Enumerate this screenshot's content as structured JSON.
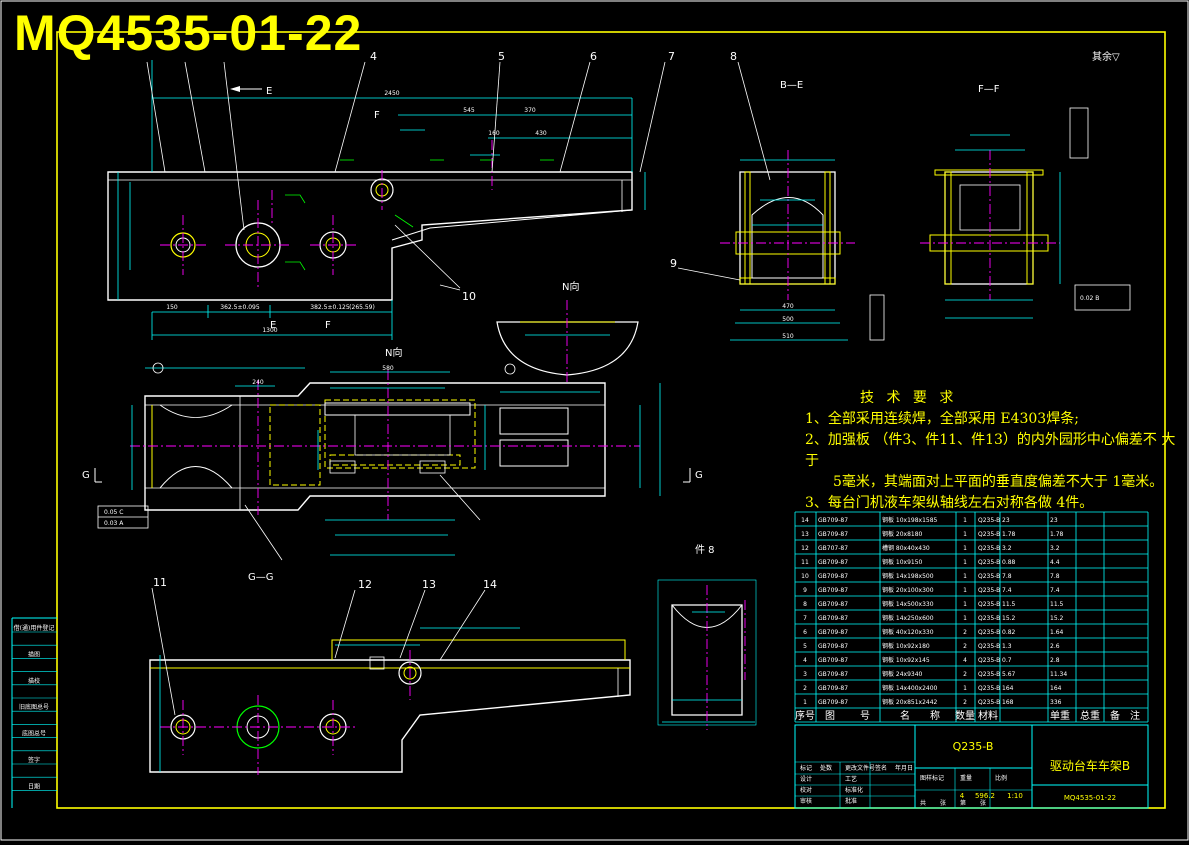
{
  "drawing_number_title": "MQ4535-01-22",
  "surface_note": "其余▽",
  "section_labels": {
    "b_e": "B—E",
    "f_f": "F—F",
    "n_view": "N向",
    "n_view2": "N向",
    "g_g": "G—G",
    "part8": "件 8",
    "e_top": "E",
    "e_bottom": "E",
    "f_top": "F",
    "f_bottom": "F",
    "g_left": "G",
    "g_right": "G"
  },
  "part_callouts": [
    "4",
    "5",
    "6",
    "7",
    "8",
    "9",
    "10",
    "11",
    "12",
    "13",
    "14"
  ],
  "dimensions": {
    "overall": "2450",
    "d545": "545",
    "d370": "370",
    "d160": "160",
    "d430": "430",
    "d470": "470",
    "d500": "500",
    "d510": "510",
    "d580": "580",
    "d240": "240",
    "d150": "150",
    "d362": "362.5±0.095",
    "d382": "382.5±0.125",
    "d265": "(265.59)",
    "d1300": "1300"
  },
  "tech_requirements": {
    "heading": "技 术 要 求",
    "items": [
      "1、全部采用连续焊，全部采用 E4303焊条;",
      "2、加强板 （件3、件11、件13）的内外园形中心偏差不 大于",
      "5毫米，其端面对上平面的垂直度偏差不大于 1毫米。",
      "3、每台门机液车架纵轴线左右对称各做 4件。"
    ]
  },
  "bom": {
    "rows": [
      [
        "14",
        "GB709-87",
        "钢板 10x198x1585",
        "1",
        "Q235-B",
        "23",
        "23"
      ],
      [
        "13",
        "GB709-87",
        "钢板 20x8180",
        "1",
        "Q235-B",
        "1.78",
        "1.78"
      ],
      [
        "12",
        "GB707-87",
        "槽钢 80x40x430",
        "1",
        "Q235-B",
        "3.2",
        "3.2"
      ],
      [
        "11",
        "GB709-87",
        "钢板 10x9150",
        "1",
        "Q235-B",
        "0.88",
        "4.4"
      ],
      [
        "10",
        "GB709-87",
        "钢板 14x198x500",
        "1",
        "Q235-B",
        "7.8",
        "7.8"
      ],
      [
        "9",
        "GB709-87",
        "钢板 20x100x300",
        "1",
        "Q235-B",
        "7.4",
        "7.4"
      ],
      [
        "8",
        "GB709-87",
        "钢板 14x500x330",
        "1",
        "Q235-B",
        "11.5",
        "11.5"
      ],
      [
        "7",
        "GB709-87",
        "钢板 14x250x600",
        "1",
        "Q235-B",
        "15.2",
        "15.2"
      ],
      [
        "6",
        "GB709-87",
        "钢板 40x120x330",
        "2",
        "Q235-B",
        "0.82",
        "1.64"
      ],
      [
        "5",
        "GB709-87",
        "钢板 10x92x180",
        "2",
        "Q235-B",
        "1.3",
        "2.6"
      ],
      [
        "4",
        "GB709-87",
        "钢板 10x92x145",
        "4",
        "Q235-B",
        "0.7",
        "2.8"
      ],
      [
        "3",
        "GB709-87",
        "钢板 24x9340",
        "2",
        "Q235-B",
        "5.67",
        "11.34"
      ],
      [
        "2",
        "GB709-87",
        "钢板 14x400x2400",
        "1",
        "Q235-B",
        "164",
        "164"
      ],
      [
        "1",
        "GB709-87",
        "钢板 20x851x2442",
        "2",
        "Q235-B",
        "168",
        "336"
      ]
    ],
    "header": [
      "序号",
      "图",
      "号",
      "名",
      "称",
      "数量",
      "材料",
      "单重",
      "总重",
      "备",
      "注"
    ],
    "material": "Q235-B",
    "part_name": "驱动台车车架B",
    "drawing_code": "MQ4535-01-22",
    "scale": "1:10",
    "sheets": "4",
    "weight": "596.2",
    "title_small": [
      "标记",
      "处数",
      "更改文件号",
      "签名",
      "年月日",
      "设计",
      "校对",
      "审核",
      "工艺",
      "标准化",
      "批准",
      "图样标记",
      "重量",
      "比例",
      "共",
      "张",
      "第",
      "张"
    ]
  },
  "left_strip_labels": [
    "借(通)用件登记",
    "",
    "描图",
    "",
    "描校",
    "",
    "旧底图总号",
    "",
    "底图总号",
    "",
    "签字",
    "",
    "日期"
  ],
  "tolerance_boxes": [
    "0.05 C",
    "0.03 A",
    "0.02 B"
  ],
  "colors": {
    "background": "#000000",
    "frame": "#ffff00",
    "outline": "#ffffff",
    "centerline": "#ff00ff",
    "dimension": "#00ffff",
    "hidden": "#ffff00",
    "weld": "#00ff00",
    "section": "#ffff00"
  }
}
